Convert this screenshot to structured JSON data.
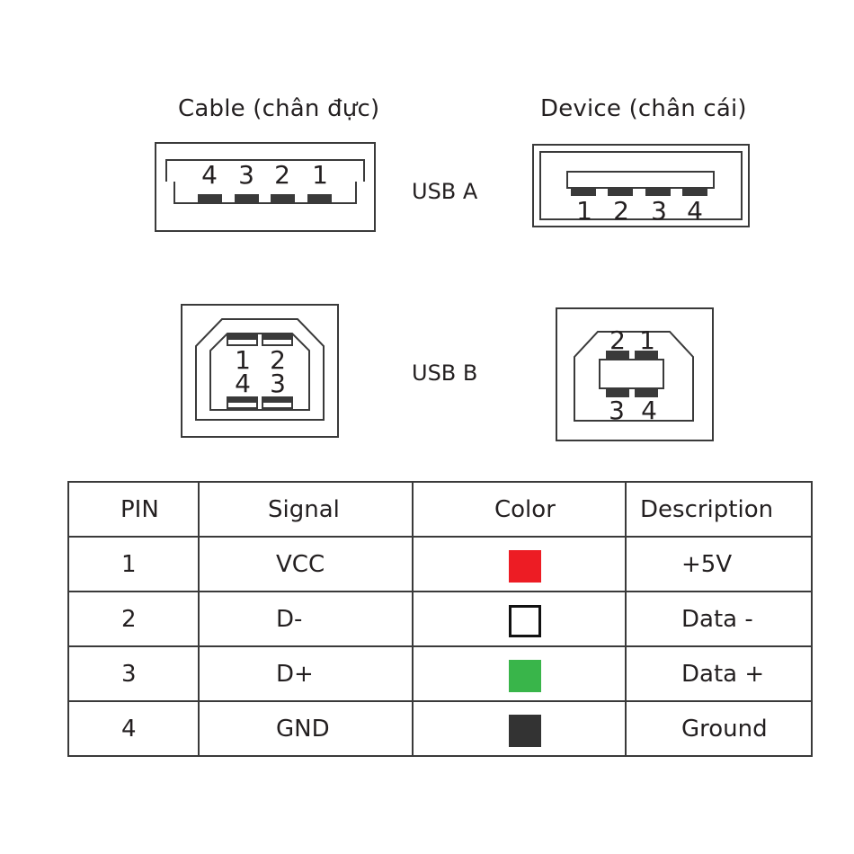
{
  "headers": {
    "cable": "Cable (chân đực)",
    "device": "Device (chân cái)"
  },
  "usb_a": {
    "label": "USB A",
    "cable_pins": [
      "4",
      "3",
      "2",
      "1"
    ],
    "device_pins": [
      "1",
      "2",
      "3",
      "4"
    ]
  },
  "usb_b": {
    "label": "USB B",
    "cable_pins_top": [
      "1",
      "2"
    ],
    "cable_pins_bottom": [
      "4",
      "3"
    ],
    "device_pins_top": [
      "2",
      "1"
    ],
    "device_pins_bottom": [
      "3",
      "4"
    ]
  },
  "table": {
    "columns": [
      "PIN",
      "Signal",
      "Color",
      "Description"
    ],
    "rows": [
      {
        "pin": "1",
        "signal": "VCC",
        "color": "#ed1c24",
        "description": "+5V"
      },
      {
        "pin": "2",
        "signal": "D-",
        "color": "#ffffff",
        "description": "Data -"
      },
      {
        "pin": "3",
        "signal": "D+",
        "color": "#39b54a",
        "description": "Data +"
      },
      {
        "pin": "4",
        "signal": "GND",
        "color": "#333333",
        "description": "Ground"
      }
    ]
  }
}
